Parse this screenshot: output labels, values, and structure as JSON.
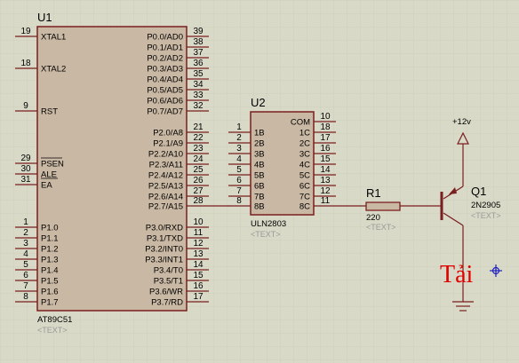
{
  "u1": {
    "ref": "U1",
    "part": "AT89C51",
    "text_tag": "<TEXT>",
    "left_pins": [
      {
        "num": "19",
        "name": "XTAL1"
      },
      {
        "num": "18",
        "name": "XTAL2"
      },
      {
        "num": "9",
        "name": "RST"
      },
      {
        "num": "29",
        "name": "PSEN"
      },
      {
        "num": "30",
        "name": "ALE"
      },
      {
        "num": "31",
        "name": "EA"
      },
      {
        "num": "1",
        "name": "P1.0"
      },
      {
        "num": "2",
        "name": "P1.1"
      },
      {
        "num": "3",
        "name": "P1.2"
      },
      {
        "num": "4",
        "name": "P1.3"
      },
      {
        "num": "5",
        "name": "P1.4"
      },
      {
        "num": "6",
        "name": "P1.5"
      },
      {
        "num": "7",
        "name": "P1.6"
      },
      {
        "num": "8",
        "name": "P1.7"
      }
    ],
    "right_pins": [
      {
        "num": "39",
        "name": "P0.0/AD0"
      },
      {
        "num": "38",
        "name": "P0.1/AD1"
      },
      {
        "num": "37",
        "name": "P0.2/AD2"
      },
      {
        "num": "36",
        "name": "P0.3/AD3"
      },
      {
        "num": "35",
        "name": "P0.4/AD4"
      },
      {
        "num": "34",
        "name": "P0.5/AD5"
      },
      {
        "num": "33",
        "name": "P0.6/AD6"
      },
      {
        "num": "32",
        "name": "P0.7/AD7"
      },
      {
        "num": "21",
        "name": "P2.0/A8"
      },
      {
        "num": "22",
        "name": "P2.1/A9"
      },
      {
        "num": "23",
        "name": "P2.2/A10"
      },
      {
        "num": "24",
        "name": "P2.3/A11"
      },
      {
        "num": "25",
        "name": "P2.4/A12"
      },
      {
        "num": "26",
        "name": "P2.5/A13"
      },
      {
        "num": "27",
        "name": "P2.6/A14"
      },
      {
        "num": "28",
        "name": "P2.7/A15"
      },
      {
        "num": "10",
        "name": "P3.0/RXD"
      },
      {
        "num": "11",
        "name": "P3.1/TXD"
      },
      {
        "num": "12",
        "name": "P3.2/INT0"
      },
      {
        "num": "13",
        "name": "P3.3/INT1"
      },
      {
        "num": "14",
        "name": "P3.4/T0"
      },
      {
        "num": "15",
        "name": "P3.5/T1"
      },
      {
        "num": "16",
        "name": "P3.6/WR"
      },
      {
        "num": "17",
        "name": "P3.7/RD"
      }
    ]
  },
  "u2": {
    "ref": "U2",
    "part": "ULN2803",
    "text_tag": "<TEXT>",
    "left_pins": [
      {
        "num": "1",
        "name": "1B"
      },
      {
        "num": "2",
        "name": "2B"
      },
      {
        "num": "3",
        "name": "3B"
      },
      {
        "num": "4",
        "name": "4B"
      },
      {
        "num": "5",
        "name": "5B"
      },
      {
        "num": "6",
        "name": "6B"
      },
      {
        "num": "7",
        "name": "7B"
      },
      {
        "num": "8",
        "name": "8B"
      }
    ],
    "right_pins": [
      {
        "num": "10",
        "name": "COM"
      },
      {
        "num": "18",
        "name": "1C"
      },
      {
        "num": "17",
        "name": "2C"
      },
      {
        "num": "16",
        "name": "3C"
      },
      {
        "num": "15",
        "name": "4C"
      },
      {
        "num": "14",
        "name": "5C"
      },
      {
        "num": "13",
        "name": "6C"
      },
      {
        "num": "12",
        "name": "7C"
      },
      {
        "num": "11",
        "name": "8C"
      }
    ]
  },
  "r1": {
    "ref": "R1",
    "value": "220",
    "text_tag": "<TEXT>"
  },
  "q1": {
    "ref": "Q1",
    "part": "2N2905",
    "text_tag": "<TEXT>"
  },
  "power": {
    "label": "+12v"
  },
  "load": {
    "label": "Tải"
  },
  "colors": {
    "wire": "#7a1f1f",
    "body": "#c9b8a3",
    "background": "#d9d9c8",
    "load_text": "#e00000",
    "cursor": "#2020c0"
  }
}
